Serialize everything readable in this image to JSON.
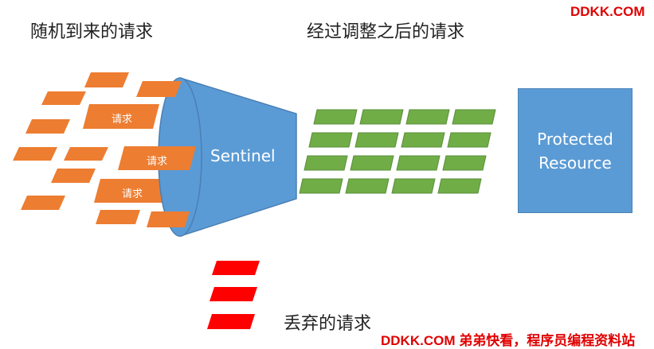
{
  "labels": {
    "random_requests": "随机到来的请求",
    "adjusted_requests": "经过调整之后的请求",
    "discarded_requests": "丢弃的请求",
    "sentinel": "Sentinel",
    "resource_line1": "Protected",
    "resource_line2": "Resource",
    "request_tag": "请求"
  },
  "branding": {
    "top_right": "DDKK.COM",
    "bottom": "DDKK.COM 弟弟快看，程序员编程资料站"
  },
  "colors": {
    "incoming": "#ed7d31",
    "sentinel": "#5b9bd5",
    "passed": "#70ad47",
    "dropped": "#ff0000",
    "brand": "#e00000"
  }
}
